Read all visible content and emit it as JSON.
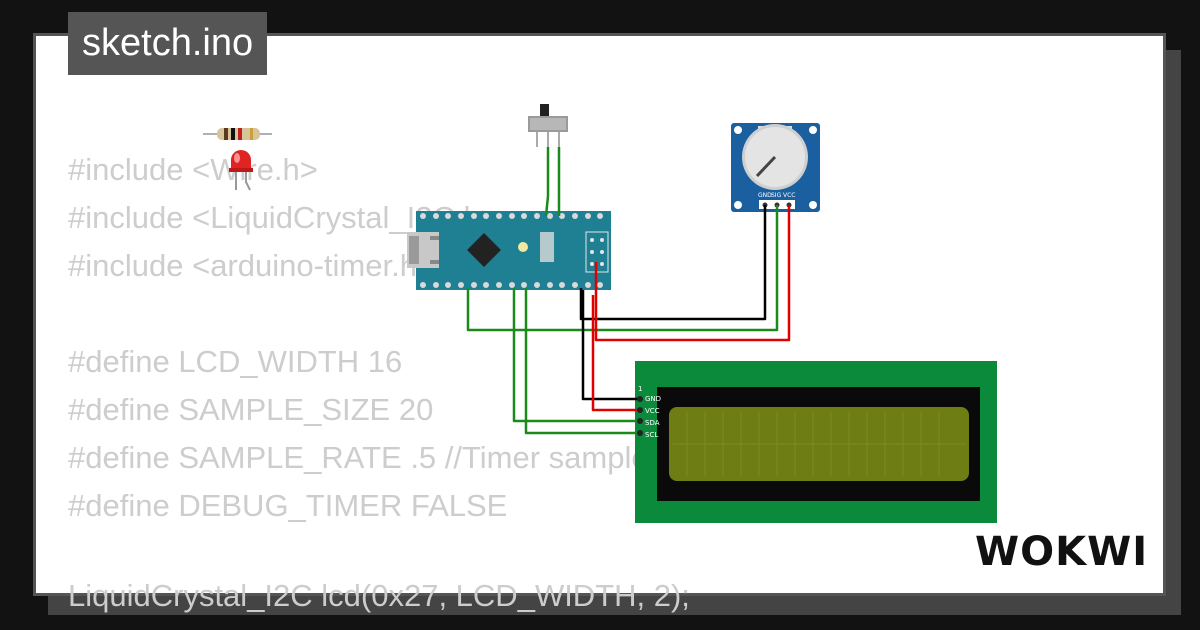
{
  "title": "sketch.ino",
  "brand": "WOKWI",
  "code": {
    "lines": [
      "#include <Wire.h>",
      "#include <LiquidCrystal_I2C.h>",
      "#include <arduino-timer.h>",
      "",
      "#define LCD_WIDTH 16",
      "#define SAMPLE_SIZE 20",
      "#define SAMPLE_RATE .5 //Timer samples",
      "#define DEBUG_TIMER FALSE",
      "",
      "LiquidCrystal_I2C lcd(0x27, LCD_WIDTH, 2);"
    ]
  },
  "lcd_pins": {
    "first": "1",
    "gnd": "GND",
    "vcc": "VCC",
    "sda": "SDA",
    "scl": "SCL"
  },
  "pot_pins": {
    "gnd": "GND",
    "sig": "SIG",
    "vcc": "VCC"
  },
  "colors": {
    "background": "#121212",
    "card": "#ffffff",
    "tab": "#555555",
    "wire_green": "#1a8a1a",
    "wire_black": "#000000",
    "wire_red": "#e00000",
    "lcd_board": "#0b8a3c",
    "lcd_screen": "#6f7d15",
    "pot_board": "#1a5fa0",
    "nano_board": "#1f7f93"
  }
}
